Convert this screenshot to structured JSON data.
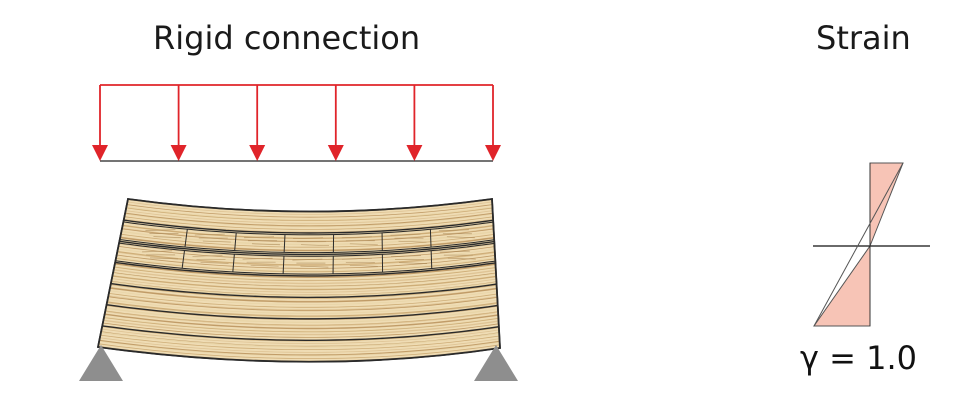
{
  "titles": {
    "main": "Rigid connection",
    "strain": "Strain"
  },
  "strain_label": "γ = 1.0",
  "colors": {
    "load": "#e0242a",
    "support": "#8e8e8e",
    "timber_light": "#f1e3c2",
    "timber_dark": "#c9aa74",
    "strain_fill": "#f7c4b6"
  },
  "load": {
    "arrow_count": 6
  },
  "beam": {
    "lamella_count": 7,
    "segmented_lamellae": [
      1,
      2
    ],
    "segments_per_lamella": 7
  }
}
